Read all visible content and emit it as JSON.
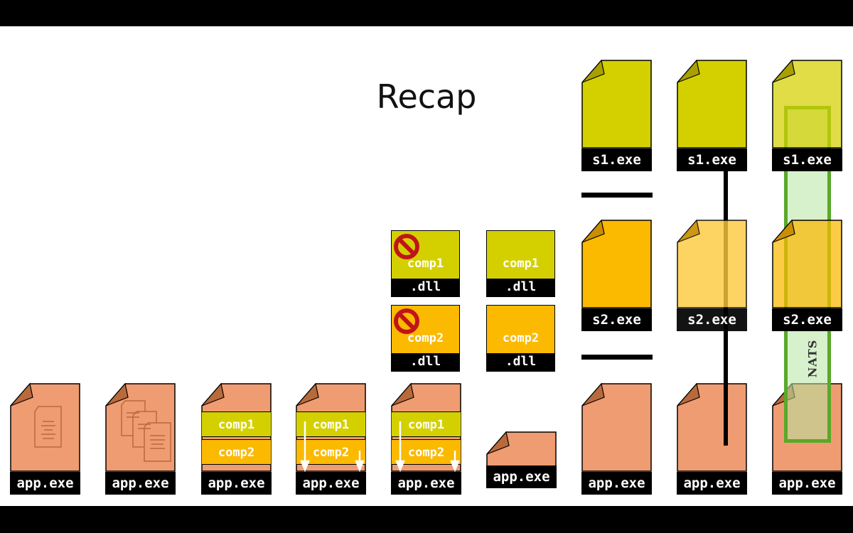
{
  "title": "Recap",
  "labels": {
    "app": "app.exe",
    "s1": "s1.exe",
    "s2": "s2.exe",
    "comp1": "comp1",
    "comp2": "comp2",
    "dll_ext": ".dll",
    "nats": "NATS"
  },
  "colors": {
    "app_fill": "#ef9c72",
    "comp1_fill": "#d4d000",
    "comp2_fill": "#fbb900",
    "s1_fill": "#d4d000",
    "s2_fill": "#fbb900",
    "nats_green": "#5aa82a",
    "blocked_red": "#c0141b"
  }
}
